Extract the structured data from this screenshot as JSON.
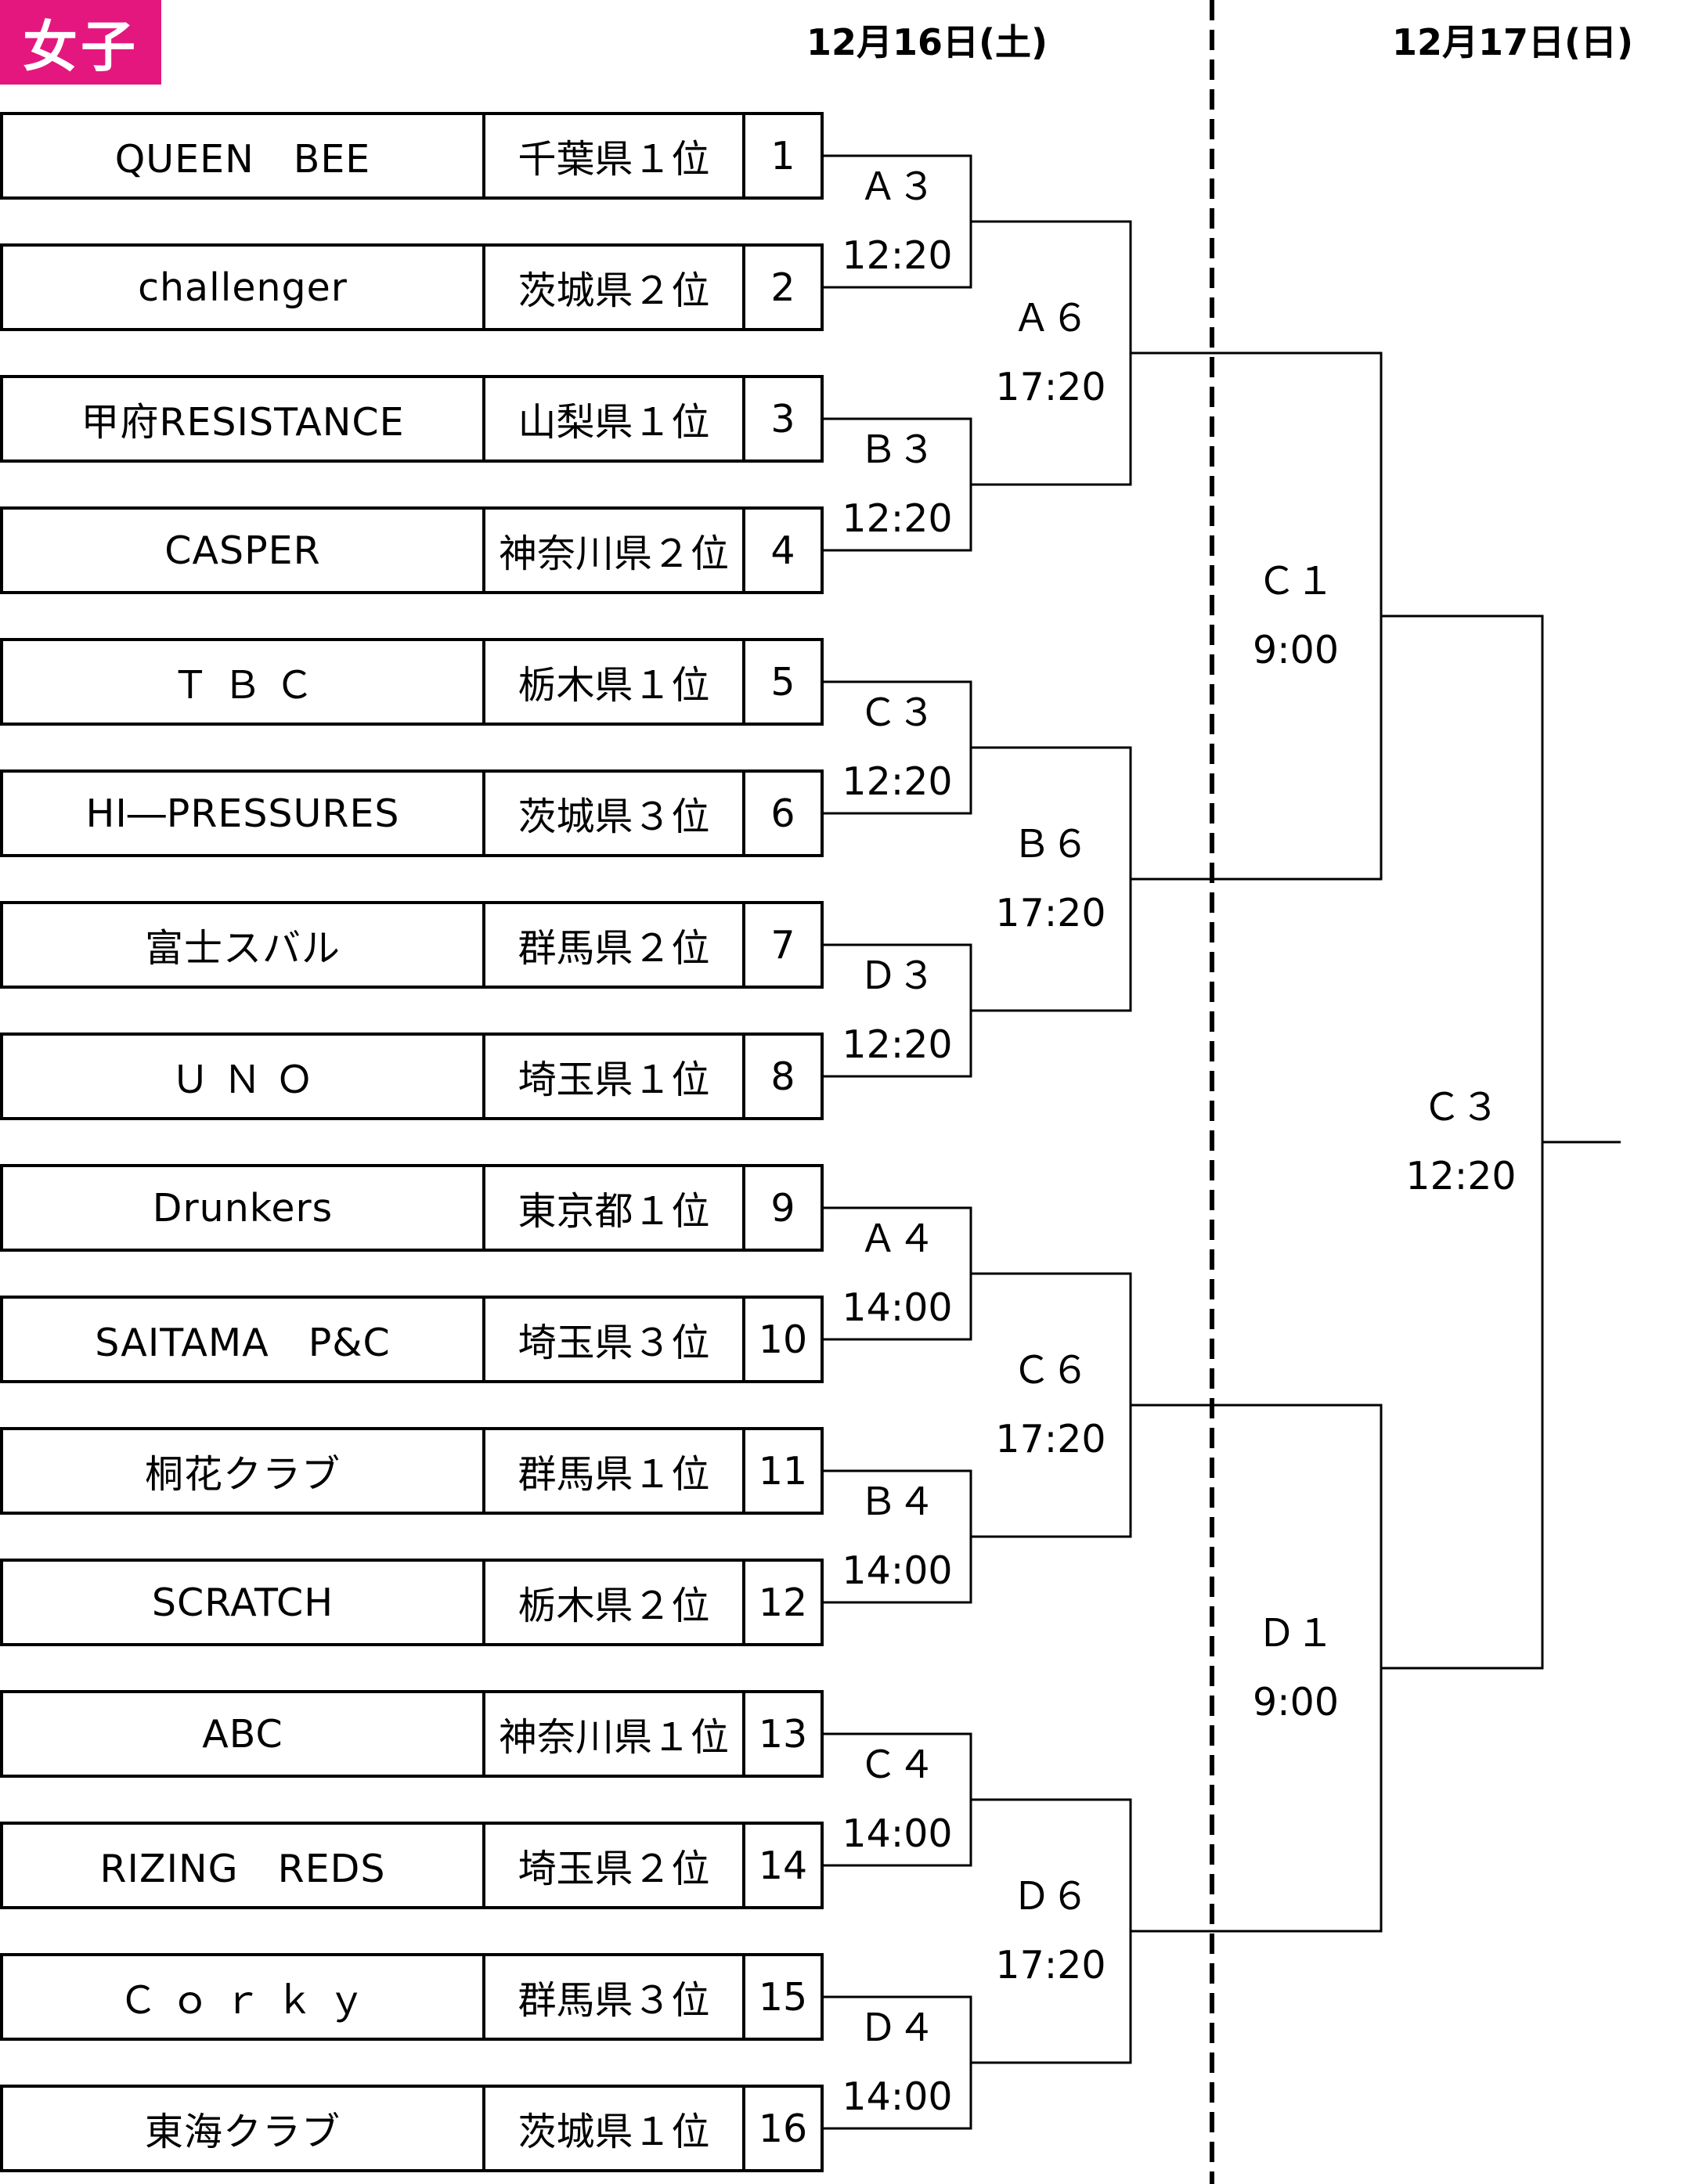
{
  "header": {
    "category": "女子",
    "day1": "12月16日(土)",
    "day2": "12月17日(日)"
  },
  "teams": [
    {
      "name": "QUEEN　BEE",
      "pref": "千葉県１位",
      "seed": "1"
    },
    {
      "name": "challenger",
      "pref": "茨城県２位",
      "seed": "2"
    },
    {
      "name": "甲府RESISTANCE",
      "pref": "山梨県１位",
      "seed": "3"
    },
    {
      "name": "CASPER",
      "pref": "神奈川県２位",
      "seed": "4"
    },
    {
      "name": "Ｔ Ｂ Ｃ",
      "pref": "栃木県１位",
      "seed": "5"
    },
    {
      "name": "HI―PRESSURES",
      "pref": "茨城県３位",
      "seed": "6"
    },
    {
      "name": "富士スバル",
      "pref": "群馬県２位",
      "seed": "7"
    },
    {
      "name": "Ｕ Ｎ Ｏ",
      "pref": "埼玉県１位",
      "seed": "8"
    },
    {
      "name": "Drunkers",
      "pref": "東京都１位",
      "seed": "9"
    },
    {
      "name": "SAITAMA　P&C",
      "pref": "埼玉県３位",
      "seed": "10"
    },
    {
      "name": "桐花クラブ",
      "pref": "群馬県１位",
      "seed": "11"
    },
    {
      "name": "SCRATCH",
      "pref": "栃木県２位",
      "seed": "12"
    },
    {
      "name": "ABC",
      "pref": "神奈川県１位",
      "seed": "13"
    },
    {
      "name": "RIZING　REDS",
      "pref": "埼玉県２位",
      "seed": "14"
    },
    {
      "name": "Ｃ ｏ ｒ ｋ ｙ",
      "pref": "群馬県３位",
      "seed": "15"
    },
    {
      "name": "東海クラブ",
      "pref": "茨城県１位",
      "seed": "16"
    }
  ],
  "round1": [
    {
      "court": "Ａ３",
      "time": "12:20"
    },
    {
      "court": "Ｂ３",
      "time": "12:20"
    },
    {
      "court": "Ｃ３",
      "time": "12:20"
    },
    {
      "court": "Ｄ３",
      "time": "12:20"
    },
    {
      "court": "Ａ４",
      "time": "14:00"
    },
    {
      "court": "Ｂ４",
      "time": "14:00"
    },
    {
      "court": "Ｃ４",
      "time": "14:00"
    },
    {
      "court": "Ｄ４",
      "time": "14:00"
    }
  ],
  "round2": [
    {
      "court": "Ａ６",
      "time": "17:20"
    },
    {
      "court": "Ｂ６",
      "time": "17:20"
    },
    {
      "court": "Ｃ６",
      "time": "17:20"
    },
    {
      "court": "Ｄ６",
      "time": "17:20"
    }
  ],
  "semifinal": [
    {
      "court": "Ｃ１",
      "time": "9:00"
    },
    {
      "court": "Ｄ１",
      "time": "9:00"
    }
  ],
  "final": {
    "court": "Ｃ３",
    "time": "12:20"
  }
}
